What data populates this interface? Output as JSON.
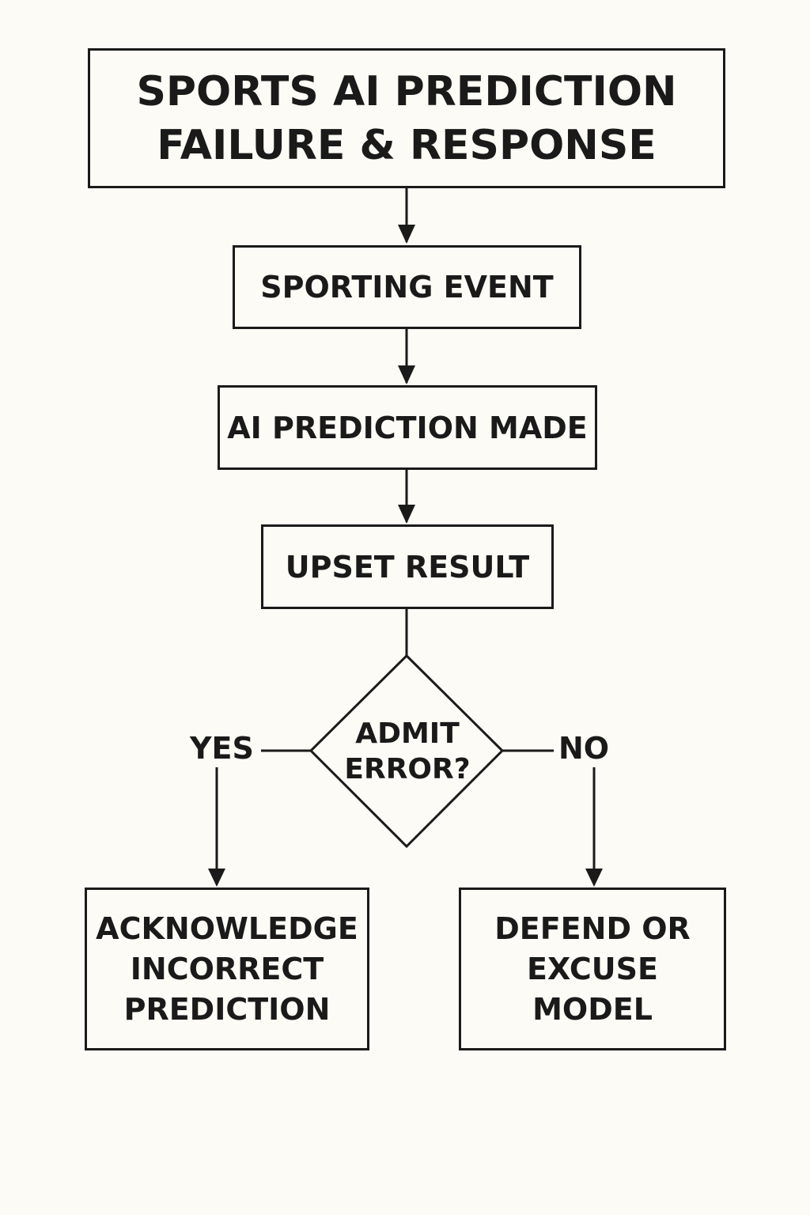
{
  "title": {
    "lines": [
      "SPORTS AI PREDICTION",
      "FAILURE & RESPONSE"
    ]
  },
  "steps": {
    "event": "SPORTING EVENT",
    "prediction": "AI PREDICTION MADE",
    "upset": "UPSET RESULT"
  },
  "decision": {
    "lines": [
      "ADMIT",
      "ERROR?"
    ],
    "yes_label": "YES",
    "no_label": "NO"
  },
  "outcomes": {
    "yes_lines": [
      "ACKNOWLEDGE",
      "INCORRECT",
      "PREDICTION"
    ],
    "no_lines": [
      "DEFEND OR",
      "EXCUSE",
      "MODEL"
    ]
  },
  "colors": {
    "line": "#1a1a1a",
    "background": "#fcfbf6"
  }
}
